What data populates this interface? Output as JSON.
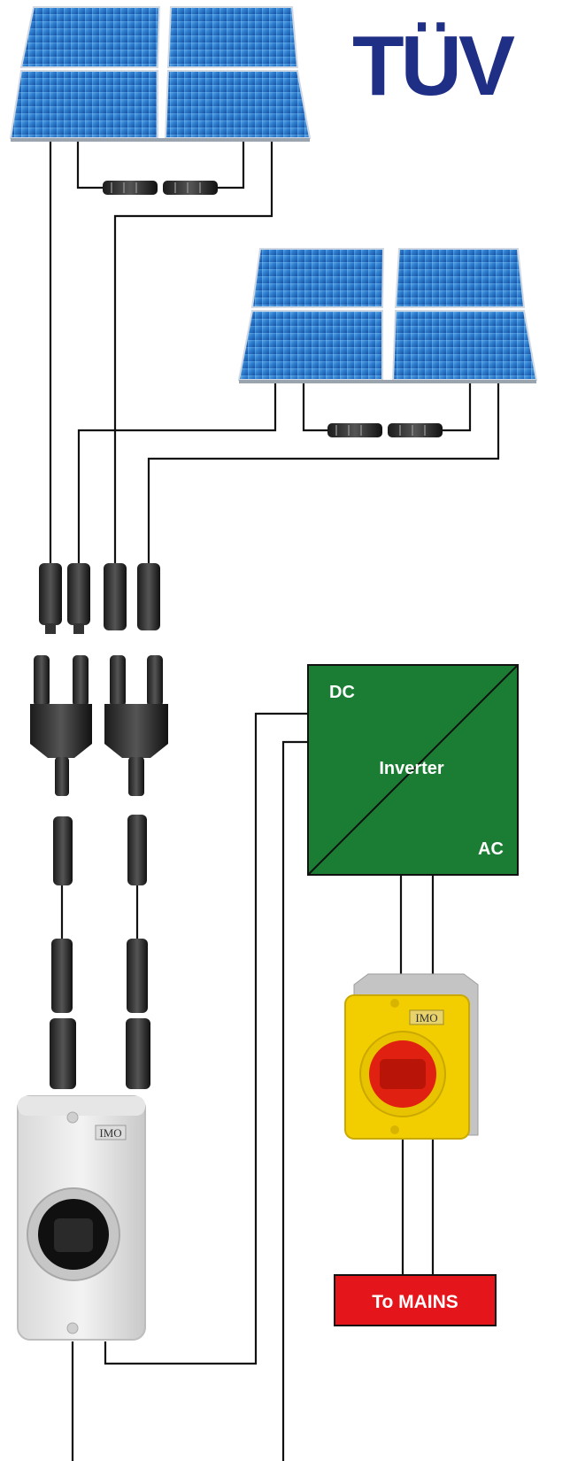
{
  "brand": {
    "logo_text": "TÜV",
    "logo_color": "#1f2f86"
  },
  "inverter": {
    "dc_label": "DC",
    "title": "Inverter",
    "ac_label": "AC",
    "color": "#1a7d33"
  },
  "dc_isolator": {
    "maker": "IMO",
    "color": "light-grey",
    "handle_color": "black"
  },
  "ac_isolator": {
    "maker": "IMO",
    "color": "#f2cd00",
    "handle_color": "#e02010"
  },
  "mains": {
    "label": "To MAINS",
    "color": "#e4151b"
  },
  "components": {
    "solar_panels": 2,
    "inline_connector_pairs": 2,
    "string_connectors": 4,
    "branch_connectors": 2,
    "inline_fuse_connectors": 2,
    "cable_glands": 2
  }
}
